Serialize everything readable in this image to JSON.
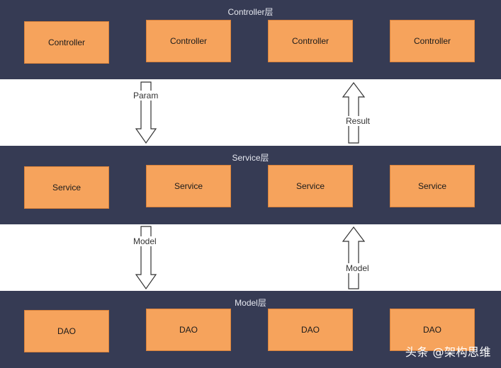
{
  "layers": {
    "controller": {
      "title": "Controller层",
      "boxes": [
        "Controller",
        "Controller",
        "Controller",
        "Controller"
      ]
    },
    "service": {
      "title": "Service层",
      "boxes": [
        "Service",
        "Service",
        "Service",
        "Service"
      ]
    },
    "model": {
      "title": "Model层",
      "boxes": [
        "DAO",
        "DAO",
        "DAO",
        "DAO"
      ]
    }
  },
  "arrows": {
    "controller_to_service": "Param",
    "service_to_controller": "Result",
    "service_to_model": "Model",
    "model_to_service": "Model"
  },
  "watermark": "头条 @架构思维",
  "colors": {
    "layer_bg": "#363b54",
    "box_fill": "#f6a35c"
  }
}
